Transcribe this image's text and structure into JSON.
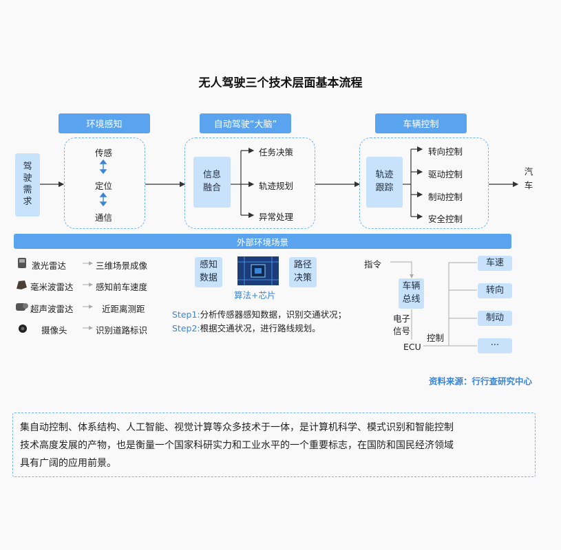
{
  "title": "无人驾驶三个技术层面基本流程",
  "headers": {
    "env": "环境感知",
    "brain": "自动驾驶“大脑”",
    "control": "车辆控制"
  },
  "demand": "驾\n驶\n需\n求",
  "env_items": [
    "传感",
    "定位",
    "通信"
  ],
  "fusion": "信息\n融合",
  "brain_items": [
    "任务决策",
    "轨迹规划",
    "异常处理"
  ],
  "track": "轨迹\n跟踪",
  "control_items": [
    "转向控制",
    "驱动控制",
    "制动控制",
    "安全控制"
  ],
  "car": "汽\n车",
  "external_bar": "外部环境场景",
  "sensors": [
    {
      "name": "激光雷达",
      "result": "三维场景成像",
      "icon": "lidar-icon"
    },
    {
      "name": "毫米波雷达",
      "result": "感知前车速度",
      "icon": "radar-icon"
    },
    {
      "name": "超声波雷达",
      "result": "近距离测距",
      "icon": "ultrasonic-icon"
    },
    {
      "name": "摄像头",
      "result": "识别道路标识",
      "icon": "camera-icon"
    }
  ],
  "perception_data": "感知\n数据",
  "route_decision": "路径\n决策",
  "chip_caption": "算法+芯片",
  "steps": [
    {
      "label": "Step1:",
      "text": "分析传感器感知数据，识别交通状况；"
    },
    {
      "label": "Step2:",
      "text": "根据交通状况，进行路线规划。"
    }
  ],
  "command": "指令",
  "bus": "车辆\n总线",
  "signal": "电子\n信号",
  "ecu": "ECU",
  "control_label": "控制",
  "outputs": [
    "车速",
    "转向",
    "制动",
    "···"
  ],
  "source": "资料来源：行行查研究中心",
  "description_lines": [
    "集自动控制、体系结构、人工智能、视觉计算等众多技术于一体，是计算机科学、模式识别和智能控制",
    "技术高度发展的产物，也是衡量一个国家科研实力和工业水平的一个重要标志，在国防和国民经济领域",
    "具有广阔的应用前景。"
  ]
}
